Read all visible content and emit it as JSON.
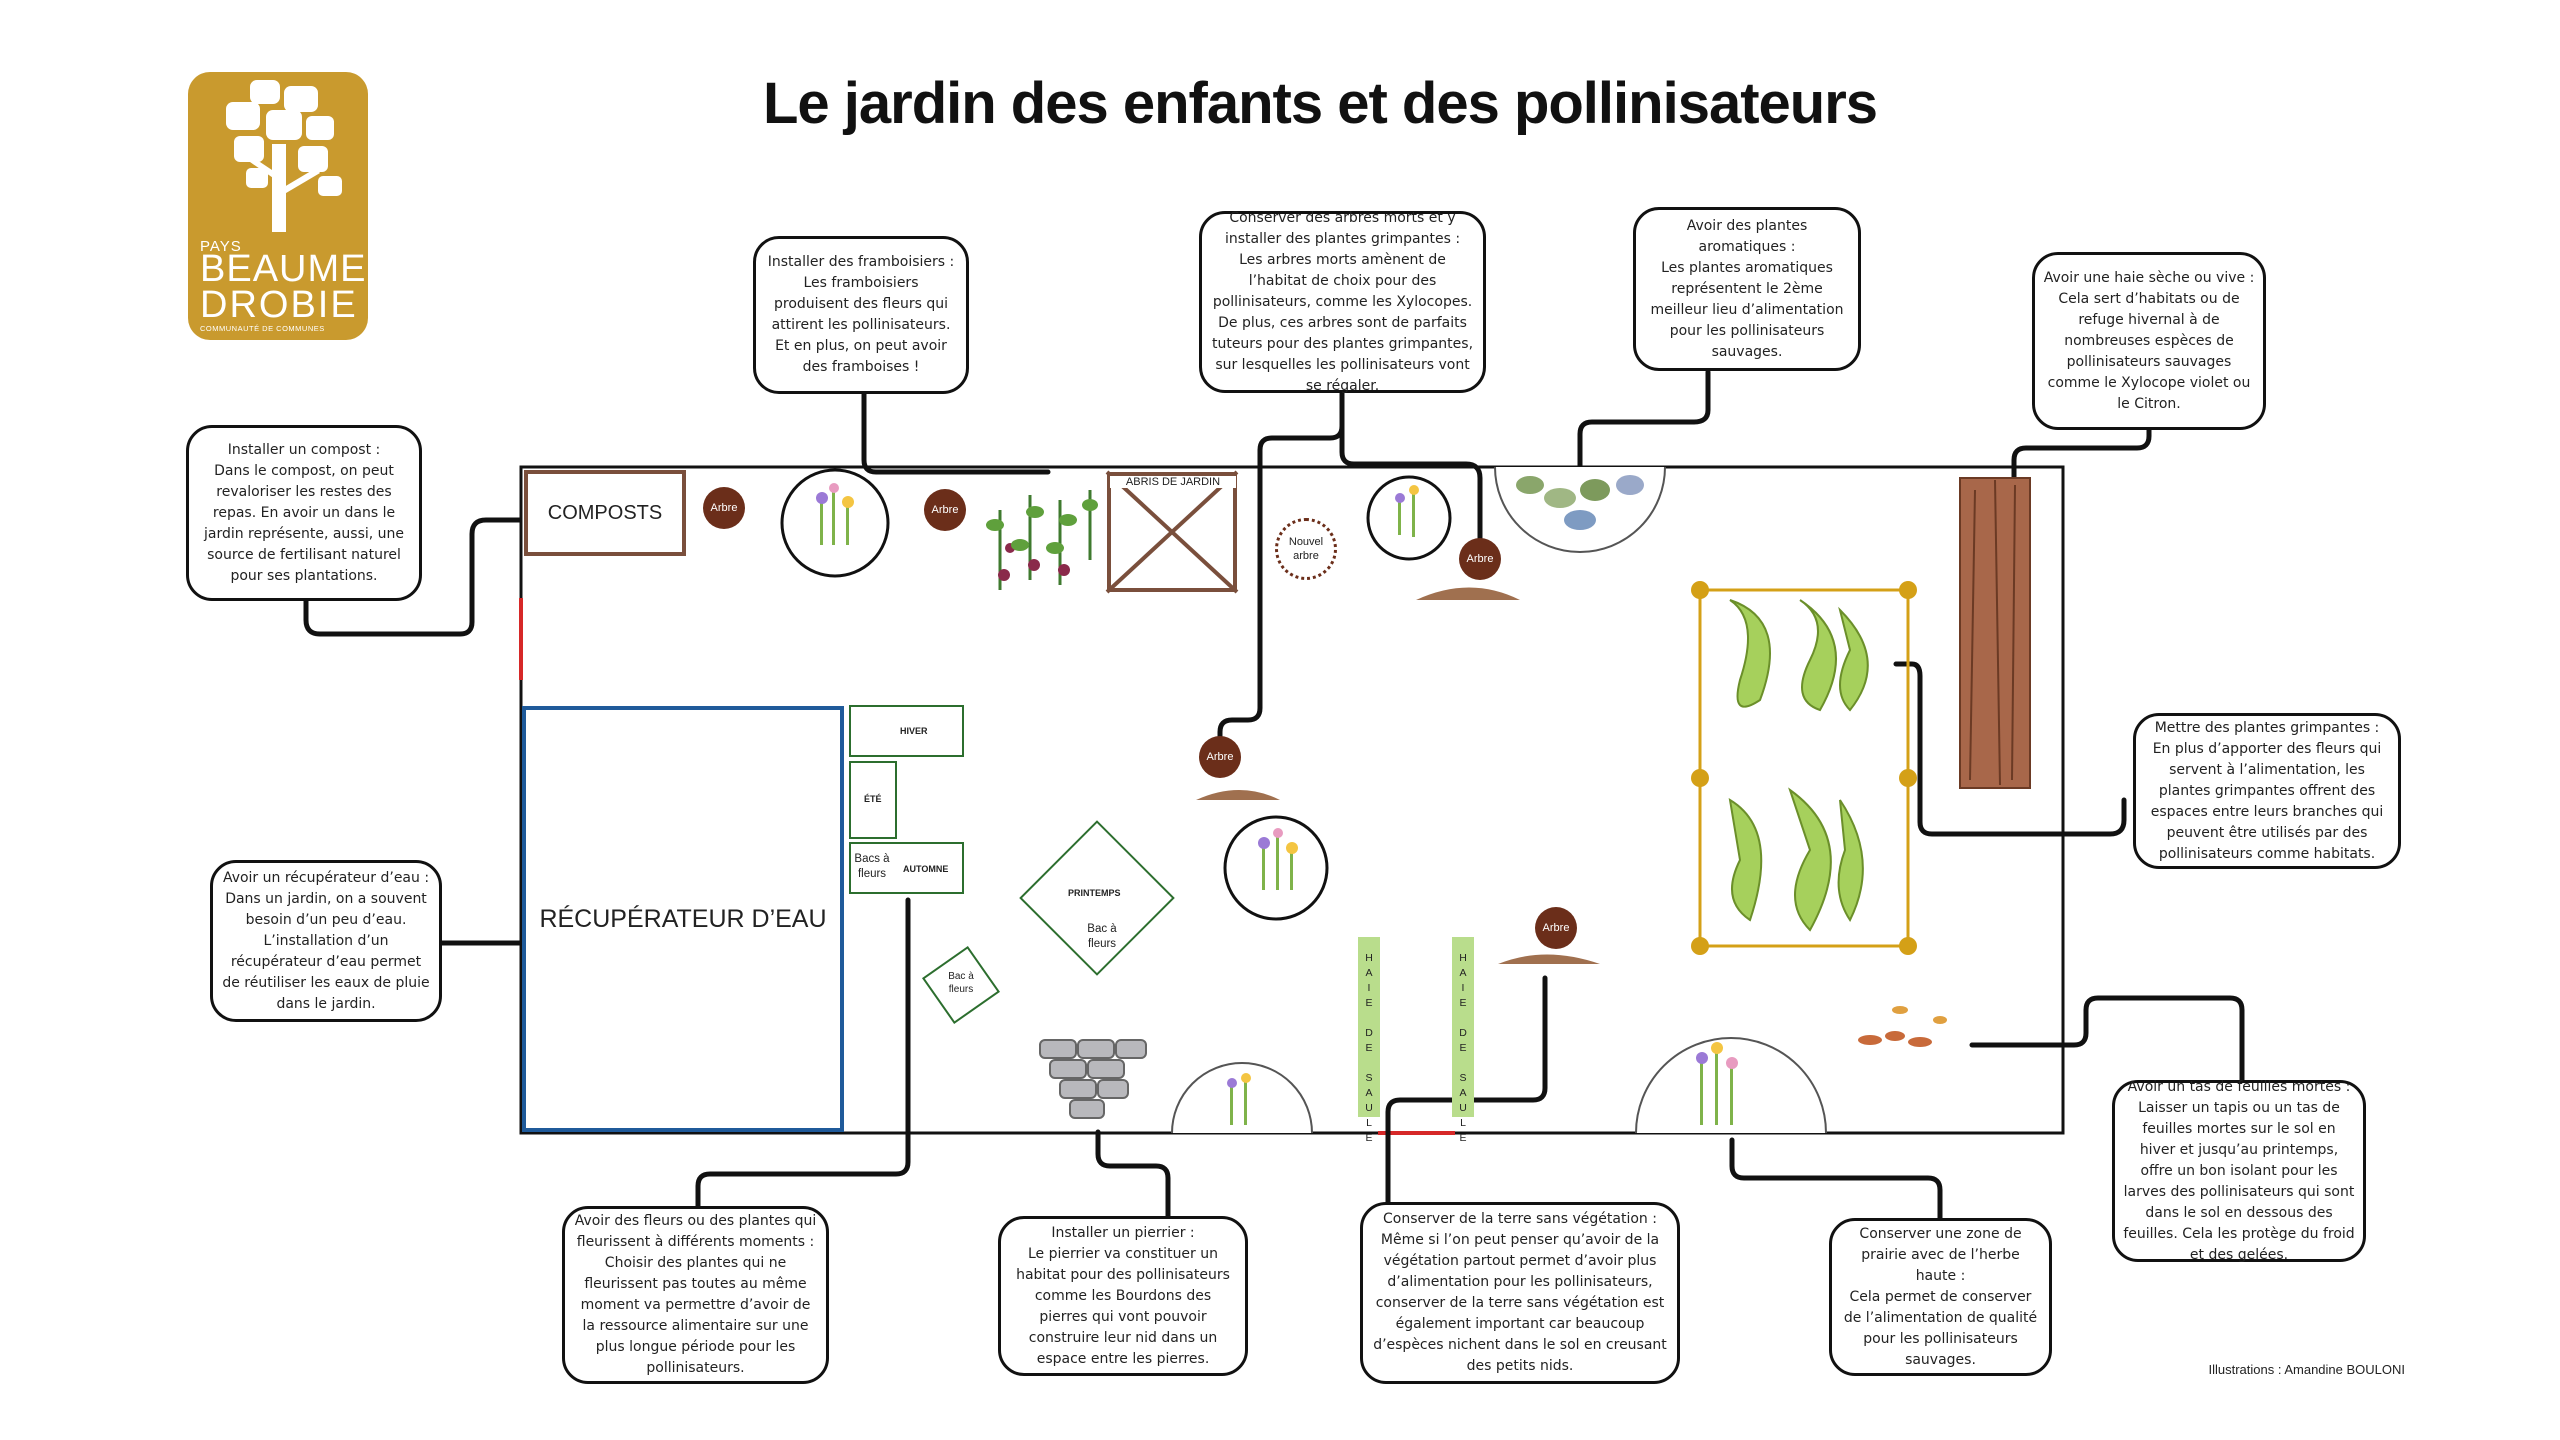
{
  "title": "Le jardin des enfants et des pollinisateurs",
  "logo": {
    "pays": "PAYS",
    "beaume": "BEAUME",
    "drobie": "DROBIE",
    "communaute": "COMMUNAUTÉ DE COMMUNES"
  },
  "garden": {
    "compost": "COMPOSTS",
    "water": "RÉCUPÉRATEUR D’EAU",
    "shed": "ABRIS DE JARDIN",
    "tree": "Arbre",
    "new_tree": "Nouvel arbre",
    "bac_hiver": "HIVER",
    "bac_ete": "ÉTÉ",
    "bac_automne": "AUTOMNE",
    "bacs_label": "Bacs à fleurs",
    "bac_printemps": "PRINTEMPS",
    "bac_a_fleurs": "Bac à fleurs",
    "bac_a_fleurs_small": "Bac à fleurs",
    "haie": "H\nA\nI\nE\n\nD\nE\n\nS\nA\nU\nL\nE"
  },
  "callouts": {
    "compost": "Installer un compost :\nDans le compost, on peut revaloriser les restes des repas. En avoir un dans le jardin représente, aussi, une source de fertilisant naturel pour ses plantations.",
    "framboisiers": "Installer des framboisiers :\nLes framboisiers produisent des fleurs qui attirent les pollinisateurs. Et en plus, on peut avoir des framboises !",
    "arbres_morts": "Conserver des arbres morts et y installer des plantes grimpantes :\nLes arbres morts amènent de l’habitat de choix pour des pollinisateurs, comme les Xylocopes. De plus, ces arbres sont de parfaits tuteurs pour des plantes grimpantes, sur lesquelles les pollinisateurs vont se régaler.",
    "aromatiques": "Avoir des plantes aromatiques :\nLes plantes aromatiques représentent le 2ème meilleur lieu d’alimentation pour les pollinisateurs sauvages.",
    "haie": "Avoir une haie sèche ou vive :\nCela sert d’habitats ou de refuge hivernal à de nombreuses espèces de pollinisateurs sauvages comme le Xylocope violet ou le Citron.",
    "grimpantes": "Mettre des plantes grimpantes :\nEn plus d’apporter des fleurs qui servent à l’alimentation, les plantes grimpantes offrent des espaces entre leurs branches qui peuvent être utilisés par des pollinisateurs comme habitats.",
    "recuperateur": "Avoir un récupérateur d’eau :\nDans un jardin, on a souvent besoin d’un peu d’eau. L’installation d’un récupérateur d’eau permet de réutiliser les eaux de pluie dans le jardin.",
    "feuilles": "Avoir un tas de feuilles mortes :\nLaisser un tapis ou un tas de feuilles mortes sur le sol en hiver et jusqu’au printemps, offre un bon isolant pour les larves des pollinisateurs qui sont dans le sol en dessous des feuilles. Cela les protège du froid et des gelées.",
    "fleurs": "Avoir des fleurs ou des plantes qui fleurissent à différents moments :\nChoisir des plantes qui ne fleurissent pas toutes au même moment va permettre d’avoir de la ressource alimentaire sur une plus longue période pour les pollinisateurs.",
    "pierrier": "Installer un pierrier :\nLe pierrier va constituer un habitat pour des pollinisateurs comme les Bourdons des pierres qui vont pouvoir construire leur nid dans un espace entre les pierres.",
    "terre": "Conserver de la terre sans végétation :\nMême si l’on peut penser qu’avoir de la végétation partout permet d’avoir plus d’alimentation pour les pollinisateurs, conserver de la terre sans végétation est également important car beaucoup d’espèces nichent dans le sol en creusant des petits nids.",
    "prairie": "Conserver une zone de prairie avec de l’herbe haute :\nCela permet de conserver de l’alimentation de qualité pour les pollinisateurs sauvages."
  },
  "credit": "Illustrations : Amandine BOULONI",
  "colors": {
    "logo": "#c99a2e",
    "tree": "#6b2e1a",
    "compost_border": "#7a4f3c",
    "water_border": "#1f5a9a",
    "bac_border": "#2c6e2e",
    "haie": "#b9dd8c",
    "trellis": "#d4a017"
  }
}
